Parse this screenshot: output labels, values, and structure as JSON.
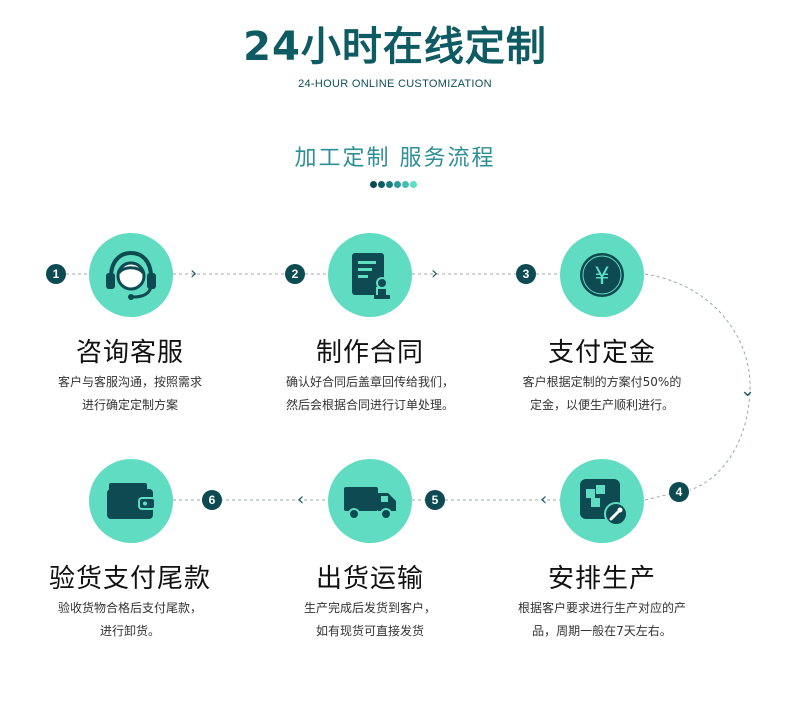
{
  "header": {
    "title": "24小时在线定制",
    "subtitle": "24-HOUR ONLINE CUSTOMIZATION",
    "section_title": "加工定制  服务流程"
  },
  "colors": {
    "primary_dark": "#0f5b63",
    "circle_fill": "#5fdcc1",
    "badge": "#0d4a52",
    "section_text": "#2e8f95"
  },
  "dots": [
    "#0d4a52",
    "#0f5b63",
    "#1f7a80",
    "#2e9a9c",
    "#44bfb2",
    "#5fdcc1"
  ],
  "steps": [
    {
      "number": "1",
      "title": "咨询客服",
      "icon": "headset-icon",
      "line1": "客户与客服沟通，按照需求",
      "line2": "进行确定定制方案"
    },
    {
      "number": "2",
      "title": "制作合同",
      "icon": "contract-icon",
      "line1": "确认好合同后盖章回传给我们，",
      "line2": "然后会根据合同进行订单处理。"
    },
    {
      "number": "3",
      "title": "支付定金",
      "icon": "yen-coin-icon",
      "line1": "客户根据定制的方案付50%的",
      "line2": "定金，以便生产顺利进行。"
    },
    {
      "number": "4",
      "title": "安排生产",
      "icon": "production-icon",
      "line1": "根据客户要求进行生产对应的产",
      "line2": "品，周期一般在7天左右。"
    },
    {
      "number": "5",
      "title": "出货运输",
      "icon": "truck-icon",
      "line1": "生产完成后发货到客户，",
      "line2": "如有现货可直接发货"
    },
    {
      "number": "6",
      "title": "验货支付尾款",
      "icon": "wallet-icon",
      "line1": "验收货物合格后支付尾款，",
      "line2": "进行卸货。"
    }
  ]
}
